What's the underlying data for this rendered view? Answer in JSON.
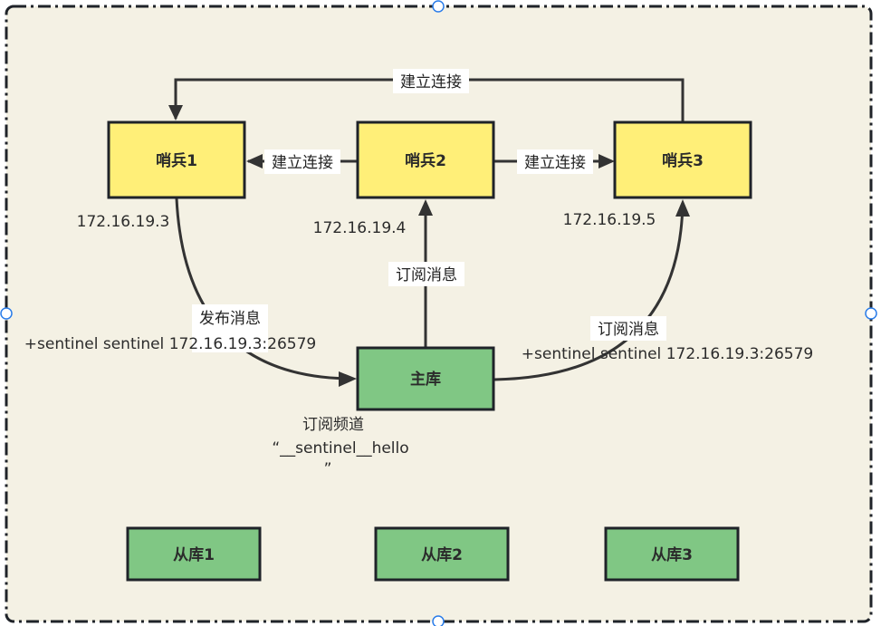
{
  "colors": {
    "background": "#f4f1e4",
    "frame_border": "#1f2329",
    "sentinel_fill": "#ffef78",
    "db_fill": "#80c784",
    "box_border": "#1f2329",
    "edge": "#333333",
    "label_bg": "#ffffff",
    "handle": "#2b7de9"
  },
  "nodes": {
    "sentinel1": {
      "label": "哨兵1",
      "ip": "172.16.19.3"
    },
    "sentinel2": {
      "label": "哨兵2",
      "ip": "172.16.19.4"
    },
    "sentinel3": {
      "label": "哨兵3",
      "ip": "172.16.19.5"
    },
    "master": {
      "label": "主库"
    },
    "slave1": {
      "label": "从库1"
    },
    "slave2": {
      "label": "从库2"
    },
    "slave3": {
      "label": "从库3"
    }
  },
  "edges": {
    "s3_to_s1": {
      "label": "建立连接"
    },
    "s2_to_s1": {
      "label": "建立连接"
    },
    "s2_to_s3": {
      "label": "建立连接"
    },
    "master_to_s2": {
      "label": "订阅消息"
    },
    "s1_to_master": {
      "label": "发布消息",
      "message": "+sentinel sentinel 172.16.19.3:26579"
    },
    "master_to_s3": {
      "label": "订阅消息",
      "message": "+sentinel sentinel 172.16.19.3:26579"
    }
  },
  "channel": {
    "line1": "订阅频道",
    "line2": "“__sentinel__hello",
    "line3": "”"
  }
}
